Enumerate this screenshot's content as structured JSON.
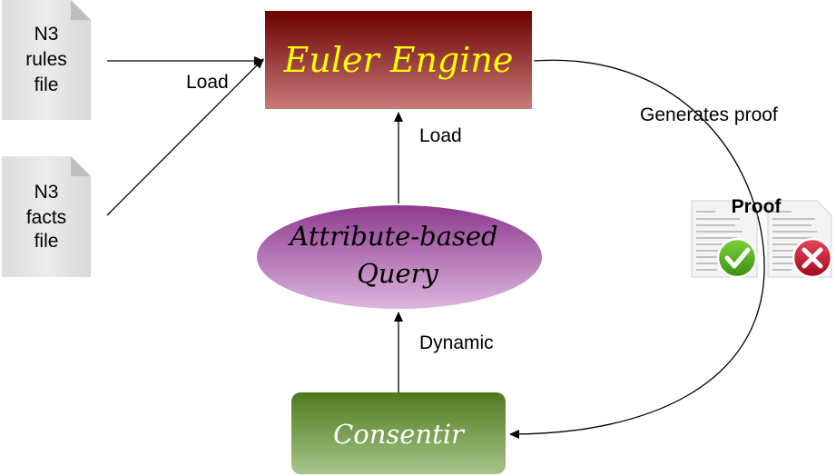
{
  "files": {
    "rules": {
      "line1": "N3",
      "line2": "rules",
      "line3": "file"
    },
    "facts": {
      "line1": "N3",
      "line2": "facts",
      "line3": "file"
    }
  },
  "nodes": {
    "euler_engine": "Euler Engine",
    "query_line1": "Attribute-based",
    "query_line2": "Query",
    "consentir": "Consentir"
  },
  "edges": {
    "load_files": "Load",
    "load_query": "Load",
    "dynamic": "Dynamic",
    "generates_proof": "Generates proof"
  },
  "proof": {
    "title": "Proof",
    "valid_icon": "check-icon",
    "invalid_icon": "cross-icon"
  },
  "colors": {
    "engine_top": "#6b0000",
    "engine_bottom": "#c87a7a",
    "engine_text": "#ffff00",
    "query_top": "#8e3a8e",
    "query_bottom": "#dcb6dc",
    "consentir_top": "#4d7a1e",
    "consentir_bottom": "#a8c58a",
    "valid": "#4caf1a",
    "invalid": "#c8102e"
  }
}
